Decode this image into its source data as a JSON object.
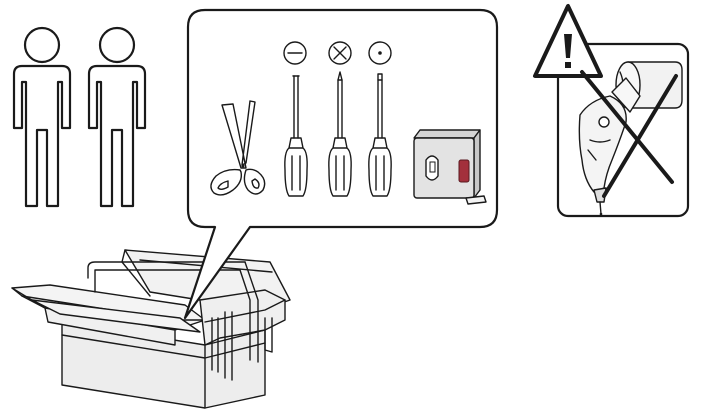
{
  "figure": {
    "panels": [
      {
        "id": "personnel",
        "icon": "two-persons-icon"
      },
      {
        "id": "tools",
        "icon": "tools-callout",
        "items": [
          "scissors-icon",
          "flat-screwdriver-icon",
          "phillips-screwdriver-icon",
          "torx-screwdriver-icon",
          "tape-measure-icon"
        ]
      },
      {
        "id": "warning",
        "icon": "no-drilling-warning-icon"
      },
      {
        "id": "toolbox",
        "icon": "toolbox-icon"
      }
    ],
    "screwdriver_symbols": [
      "minus-symbol",
      "cross-symbol",
      "dot-symbol"
    ]
  },
  "colors": {
    "stroke": "#1a1a1a",
    "tape_accent": "#a3303c",
    "tape_body": "#e3e3e3",
    "toolbox_fill": "#ededed"
  }
}
